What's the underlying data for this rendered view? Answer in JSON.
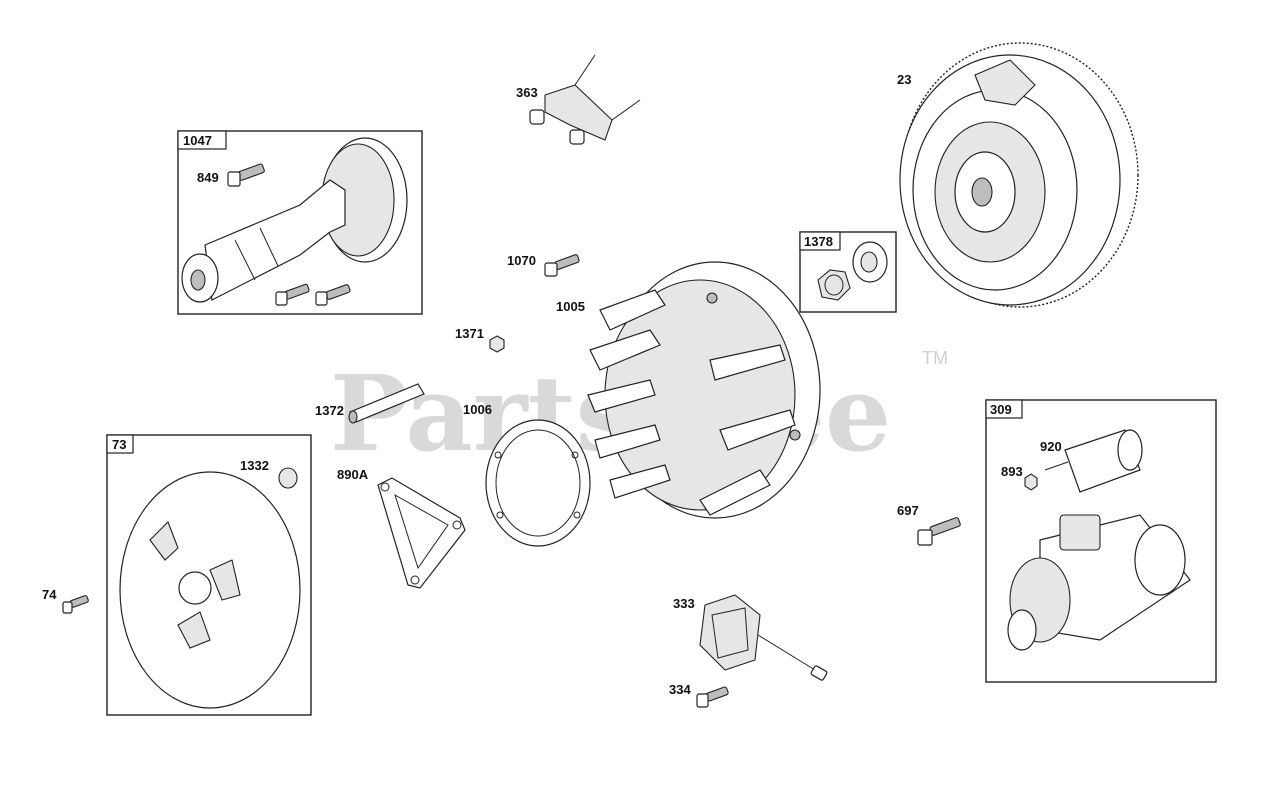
{
  "watermark": {
    "text": "PartsTree",
    "tm": "TM"
  },
  "callouts": {
    "p23": "23",
    "p363": "363",
    "p1047": "1047",
    "p849": "849",
    "p1378": "1378",
    "p1070": "1070",
    "p1005": "1005",
    "p1371": "1371",
    "p1372": "1372",
    "p1006": "1006",
    "p309": "309",
    "p920": "920",
    "p893": "893",
    "p73": "73",
    "p1332": "1332",
    "p890A": "890A",
    "p697": "697",
    "p74": "74",
    "p333": "333",
    "p334": "334"
  }
}
